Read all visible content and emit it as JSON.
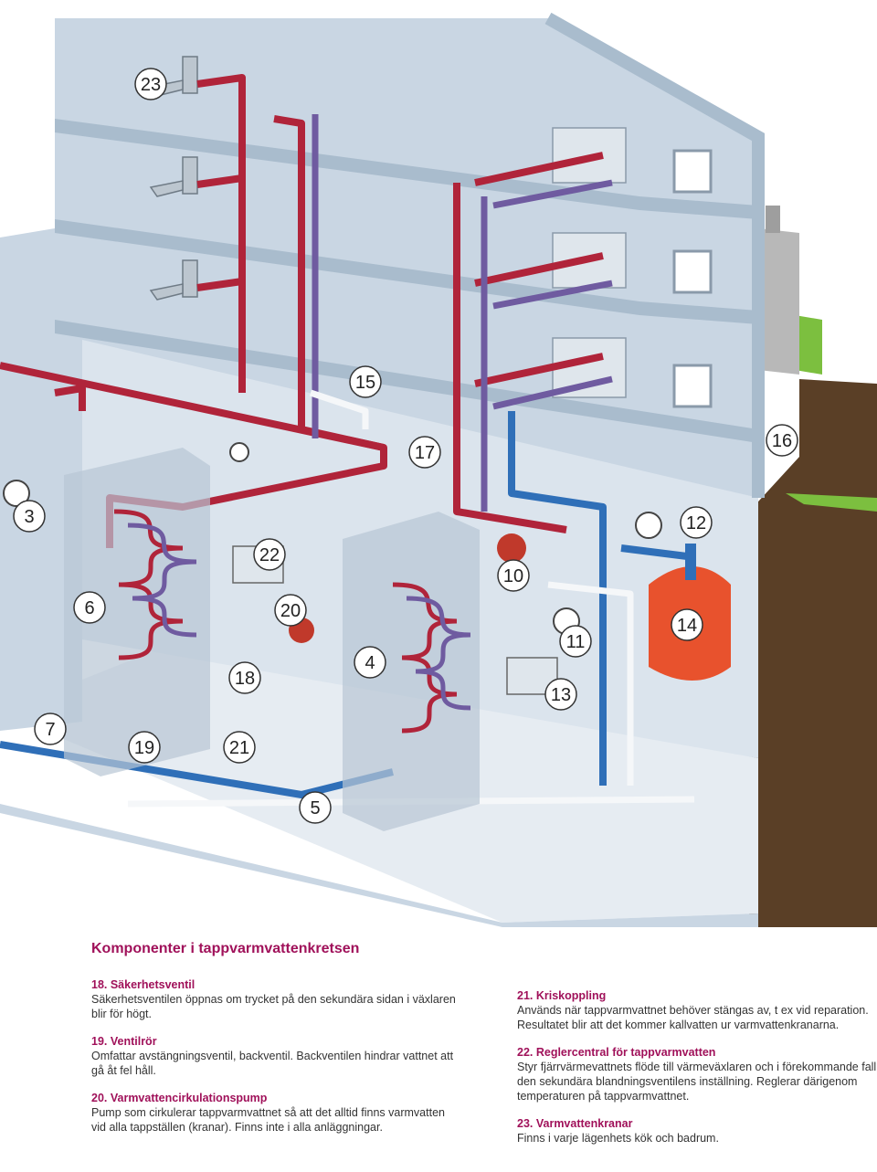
{
  "diagram": {
    "labels": [
      "23",
      "15",
      "17",
      "16",
      "3",
      "12",
      "22",
      "10",
      "6",
      "20",
      "14",
      "4",
      "11",
      "18",
      "13",
      "7",
      "19",
      "21",
      "5"
    ],
    "colors": {
      "hot": "#b0243a",
      "cold": "#2f6fb8",
      "return": "#6f5ba0",
      "wall": "#c9d6e3",
      "wall_dark": "#a9bccd",
      "floor": "#e6ecf2",
      "tank": "#e8522d",
      "grass": "#7cbf3f",
      "soil": "#5a3f26"
    }
  },
  "legend": {
    "title": "Komponenter i tappvarmvattenkretsen",
    "items": [
      {
        "title": "18. Säkerhetsventil",
        "desc": "Säkerhetsventilen öppnas om trycket på den sekundära sidan i växlaren blir för högt."
      },
      {
        "title": "19. Ventilrör",
        "desc": "Omfattar avstängningsventil, backventil. Backventilen hindrar vattnet att gå åt fel håll."
      },
      {
        "title": "20. Varmvattencirkulationspump",
        "desc": "Pump som cirkulerar tappvarmvattnet så att det alltid finns varmvatten vid alla tappställen (kranar). Finns inte i alla anläggningar."
      },
      {
        "title": "21. Kriskoppling",
        "desc": "Används när tappvarmvattnet behöver stängas av, t ex vid reparation. Resultatet blir att det kommer kallvatten ur varmvattenkranarna."
      },
      {
        "title": "22. Reglercentral för tappvarmvatten",
        "desc": "Styr fjärrvärmevattnets flöde till värmeväxlaren och i förekommande fall den sekundära blandningsventilens inställning. Reglerar därigenom temperaturen på tappvarmvattnet."
      },
      {
        "title": "23. Varmvattenkranar",
        "desc": "Finns i varje lägenhets kök och badrum."
      }
    ]
  }
}
